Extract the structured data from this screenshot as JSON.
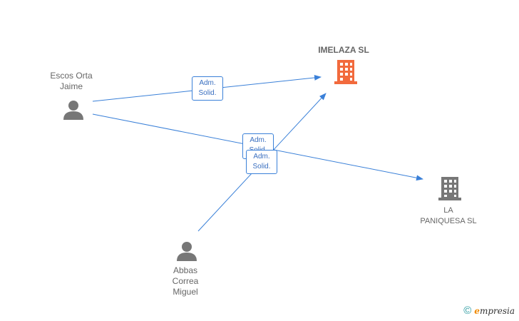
{
  "nodes": {
    "imelaza": {
      "name": "IMELAZA SL",
      "color": "#f26a3d"
    },
    "paniquesa": {
      "name": "LA\nPANIQUESA SL",
      "color": "#777777"
    },
    "escos": {
      "name": "Escos Orta\nJaime"
    },
    "abbas": {
      "name": "Abbas\nCorrea\nMiguel"
    }
  },
  "edges": {
    "escos_imelaza": "Adm.\nSolid.",
    "escos_paniquesa": "Adm.\nSolid.",
    "abbas_imelaza": "Adm.\nSolid."
  },
  "colors": {
    "edge": "#3a80d8",
    "person": "#777777"
  },
  "footer": {
    "copyright": "©",
    "brand_rest": "mpresia",
    "brand_e": "e"
  }
}
